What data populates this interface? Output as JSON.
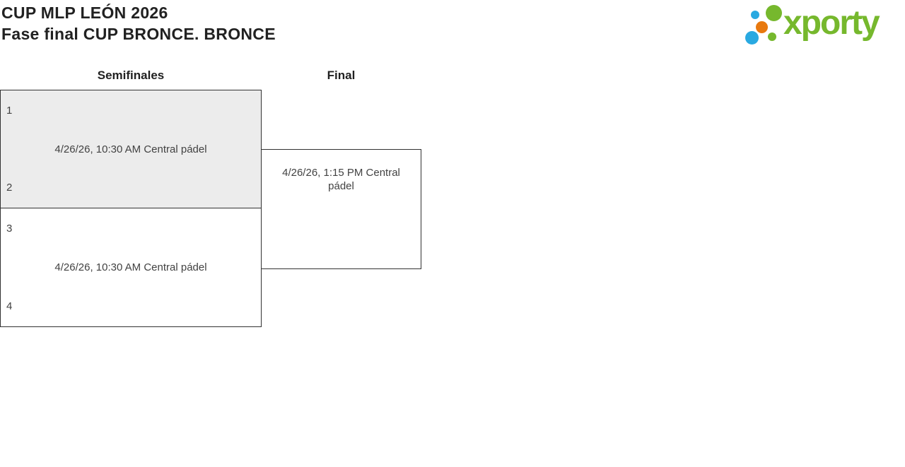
{
  "header": {
    "title_line1": "CUP MLP LEÓN 2026",
    "title_line2": "Fase final CUP BRONCE. BRONCE"
  },
  "logo": {
    "brand": "xporty"
  },
  "bracket": {
    "rounds": [
      {
        "label": "Semifinales"
      },
      {
        "label": "Final"
      }
    ],
    "matches": [
      {
        "id": "semifinal-1",
        "round": "Semifinales",
        "seed_top": "1",
        "seed_bottom": "2",
        "schedule": "4/26/26, 10:30 AM Central pádel",
        "highlighted": true
      },
      {
        "id": "semifinal-2",
        "round": "Semifinales",
        "seed_top": "3",
        "seed_bottom": "4",
        "schedule": "4/26/26, 10:30 AM Central pádel",
        "highlighted": false
      },
      {
        "id": "final",
        "round": "Final",
        "schedule": "4/26/26, 1:15 PM Central pádel",
        "highlighted": false
      }
    ]
  },
  "colors": {
    "logo-green": "#76b82d",
    "logo-blue": "#29a9e1",
    "logo-orange": "#e8790f",
    "line": "#323232",
    "highlight": "#ececec"
  }
}
